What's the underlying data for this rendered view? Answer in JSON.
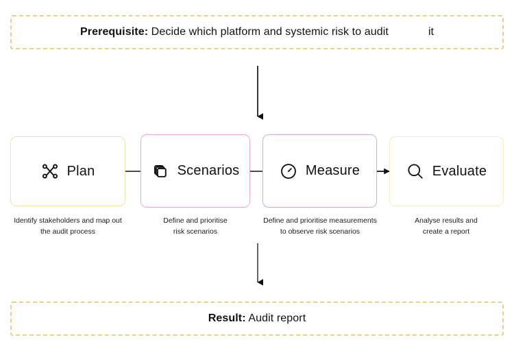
{
  "diagram": {
    "title_flow": "audit-process-flow",
    "prerequisite": {
      "lead": "Prerequisite:",
      "text": " Decide which platform and systemic risk to audit",
      "trailing": "it"
    },
    "result": {
      "lead": "Result:",
      "text": " Audit report"
    },
    "stages": [
      {
        "id": "plan",
        "label": "Plan",
        "icon": "network-nodes-icon",
        "border_color": "#f7dfa8",
        "caption": "Identify stakeholders and map out\nthe audit process"
      },
      {
        "id": "scenarios",
        "label": "Scenarios",
        "icon": "stacked-squares-icon",
        "border_color": "#f2a9cd",
        "caption": "Define and prioritise\nrisk scenarios"
      },
      {
        "id": "measure",
        "label": "Measure",
        "icon": "gauge-icon",
        "border_color": "#ceaaec",
        "caption": "Define and prioritise measurements\nto observe risk scenarios"
      },
      {
        "id": "evaluate",
        "label": "Evaluate",
        "icon": "magnifier-icon",
        "border_color": "#f7eec0",
        "caption": "Analyse results and\ncreate a report"
      }
    ],
    "colors": {
      "dashed_border": "#f2cd86",
      "text": "#111111",
      "connector": "#1a1a1a",
      "background": "#ffffff"
    }
  }
}
